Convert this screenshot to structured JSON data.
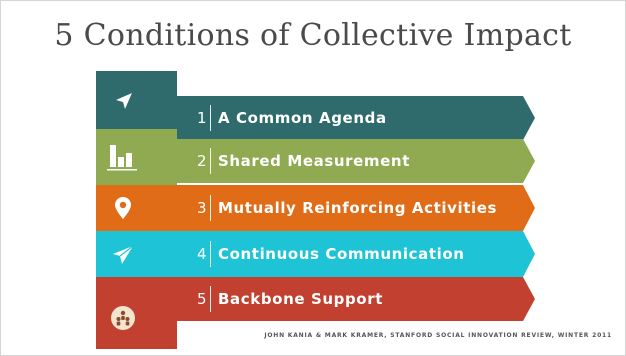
{
  "title": "5 Conditions of Collective Impact",
  "conditions": [
    {
      "num": "1",
      "label": "A Common Agenda",
      "color": "#2f6b6d",
      "icon": "arrow-cursor-icon"
    },
    {
      "num": "2",
      "label": "Shared Measurement",
      "color": "#8faa50",
      "icon": "bar-chart-icon"
    },
    {
      "num": "3",
      "label": "Mutually Reinforcing Activities",
      "color": "#e06c17",
      "icon": "map-pin-icon"
    },
    {
      "num": "4",
      "label": "Continuous Communication",
      "color": "#1fc3d6",
      "icon": "paper-plane-icon"
    },
    {
      "num": "5",
      "label": "Backbone Support",
      "color": "#c2402f",
      "icon": "people-circle-icon"
    }
  ],
  "citation": "JOHN KANIA & MARK KRAMER, STANFORD SOCIAL INNOVATION REVIEW, WINTER 2011"
}
